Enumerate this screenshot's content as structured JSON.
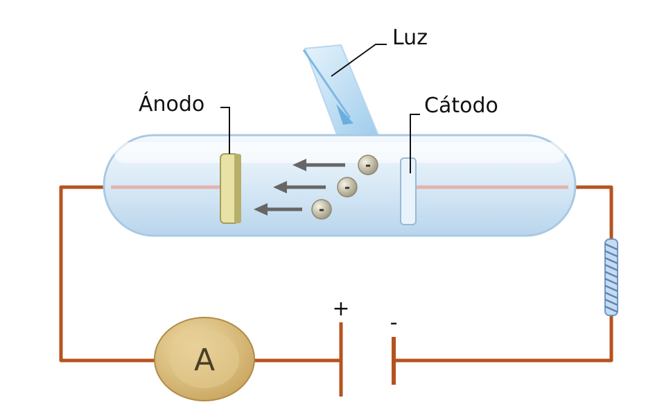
{
  "labels": {
    "light": "Luz",
    "anode": "Ánodo",
    "cathode": "Cátodo"
  },
  "battery": {
    "positive_sign": "+",
    "negative_sign": "-"
  },
  "ammeter": {
    "letter": "A"
  },
  "electron": {
    "symbol": "-"
  },
  "colors": {
    "wire": "#b5531f",
    "tube_glass": "#dcebf7",
    "light_beam": "#a9d3f0",
    "anode_plate": "#e6e0a0",
    "ammeter_body": "#d9bd7f",
    "resistor_coil": "#8fb4da",
    "arrow": "#666666"
  }
}
